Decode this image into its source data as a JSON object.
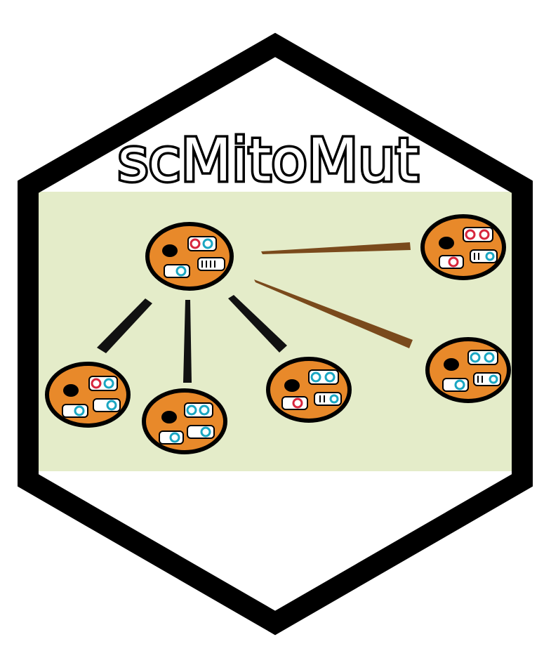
{
  "logo": {
    "title": "scMitoMut",
    "colors": {
      "hex_border": "#000000",
      "background": "#ffffff",
      "panel": "#e4ecc9",
      "cell_fill": "#e8892a",
      "nucleus": "#000000",
      "mito_fill": "#ffffff",
      "mutation_red": "#d7263d",
      "normal_cyan": "#1aa6c2",
      "lineage_black": "#111111",
      "lineage_brown": "#7a4a1c"
    },
    "cells": [
      {
        "id": "parent",
        "red_mito_count": 1
      },
      {
        "id": "child-left",
        "red_mito_count": 1
      },
      {
        "id": "child-mid",
        "red_mito_count": 0
      },
      {
        "id": "child-right",
        "red_mito_count": 1
      },
      {
        "id": "branch-top",
        "red_mito_count": 3
      },
      {
        "id": "branch-bottom",
        "red_mito_count": 0
      }
    ],
    "icons": [
      "hexagon-border-icon",
      "cell-icon",
      "nucleus-icon",
      "mitochondrion-icon"
    ]
  }
}
